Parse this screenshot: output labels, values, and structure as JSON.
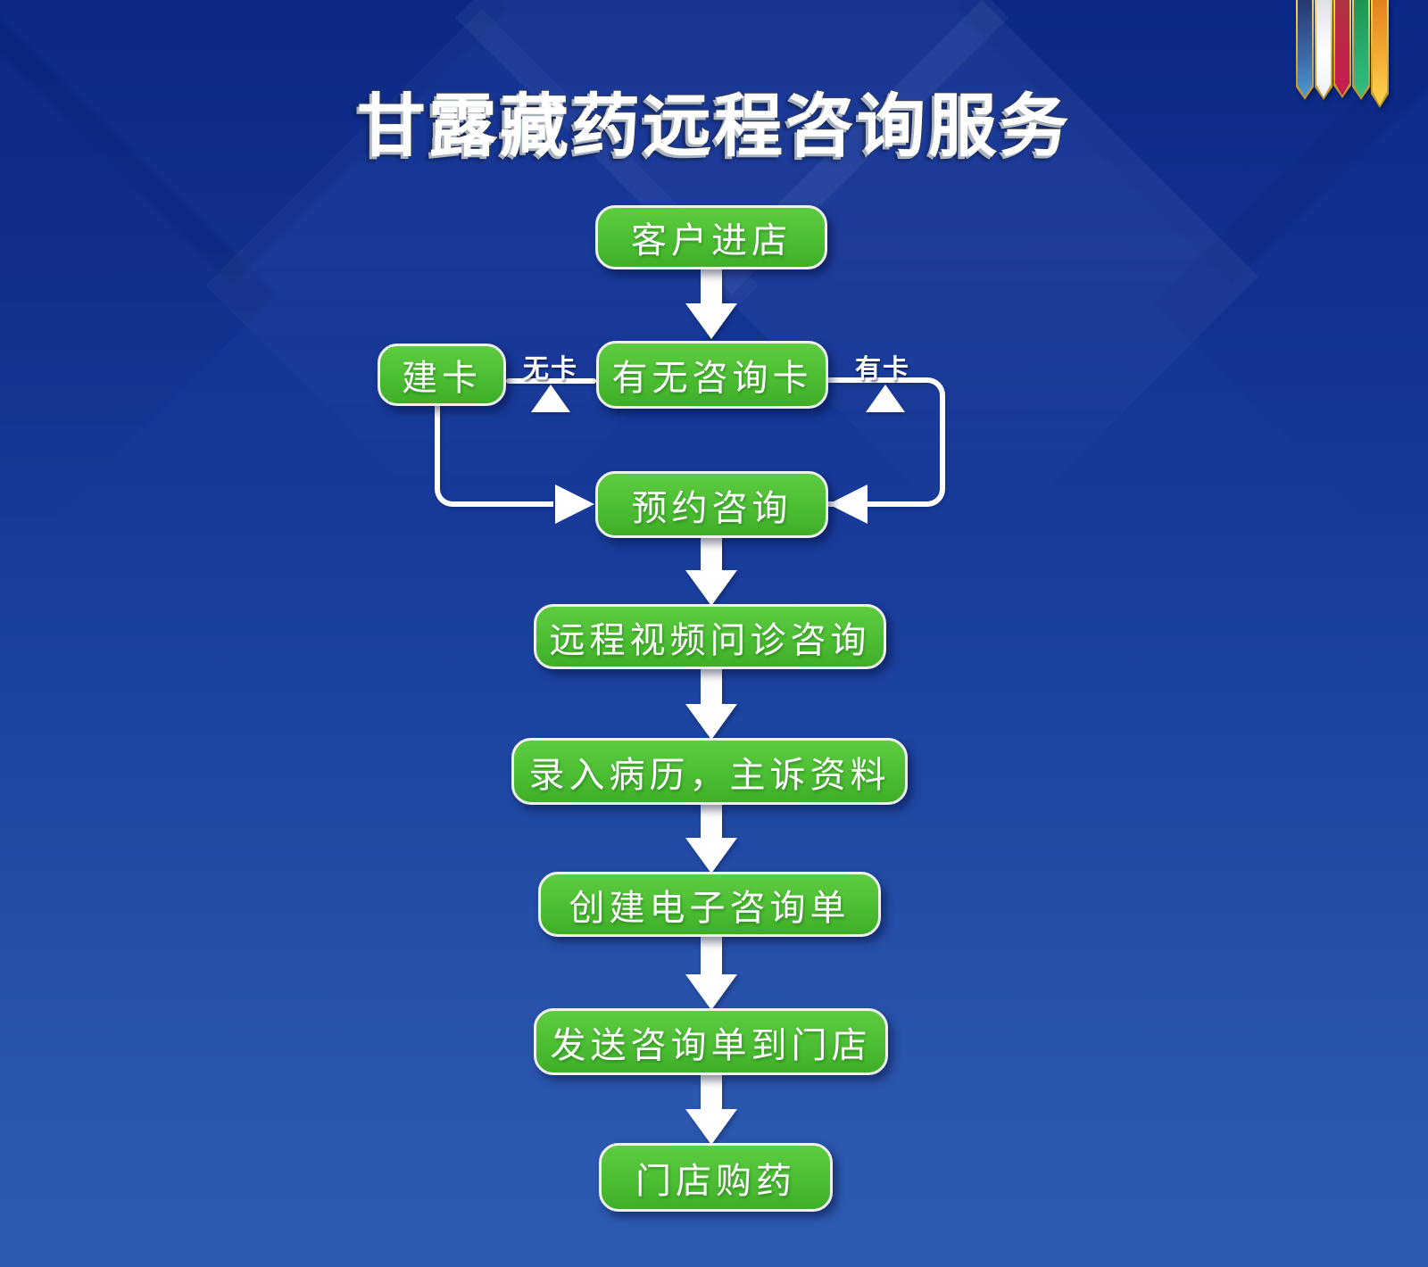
{
  "title": "甘露藏药远程咨询服务",
  "flow": {
    "nodes": [
      {
        "id": "enter",
        "label": "客户进店"
      },
      {
        "id": "create-card",
        "label": "建卡"
      },
      {
        "id": "has-card",
        "label": "有无咨询卡"
      },
      {
        "id": "booking",
        "label": "预约咨询"
      },
      {
        "id": "video",
        "label": "远程视频问诊咨询"
      },
      {
        "id": "record",
        "label": "录入病历，主诉资料"
      },
      {
        "id": "eform",
        "label": "创建电子咨询单"
      },
      {
        "id": "send",
        "label": "发送咨询单到门店"
      },
      {
        "id": "buy",
        "label": "门店购药"
      }
    ],
    "edge_labels": {
      "no_card": "无卡",
      "has_card": "有卡"
    },
    "edges": [
      {
        "from": "客户进店",
        "to": "有无咨询卡"
      },
      {
        "from": "有无咨询卡",
        "to": "建卡",
        "label": "无卡"
      },
      {
        "from": "有无咨询卡",
        "to": "预约咨询",
        "label": "有卡"
      },
      {
        "from": "建卡",
        "to": "预约咨询"
      },
      {
        "from": "预约咨询",
        "to": "远程视频问诊咨询"
      },
      {
        "from": "远程视频问诊咨询",
        "to": "录入病历，主诉资料"
      },
      {
        "from": "录入病历，主诉资料",
        "to": "创建电子咨询单"
      },
      {
        "from": "创建电子咨询单",
        "to": "发送咨询单到门店"
      },
      {
        "from": "发送咨询单到门店",
        "to": "门店购药"
      }
    ]
  },
  "colors": {
    "background_top": "#0b2c8d",
    "background_bottom": "#2e5bb2",
    "node_green_top": "#5ecb41",
    "node_green_bottom": "#3fae28",
    "node_border": "#eef1ee",
    "connector": "#ffffff",
    "text": "#ffffff",
    "ribbon_gold": "#c79a2a",
    "ribbon_stripes": [
      "#3d6cab",
      "#ffffff",
      "#c02449",
      "#29ad6e",
      "#f2a62f"
    ]
  }
}
